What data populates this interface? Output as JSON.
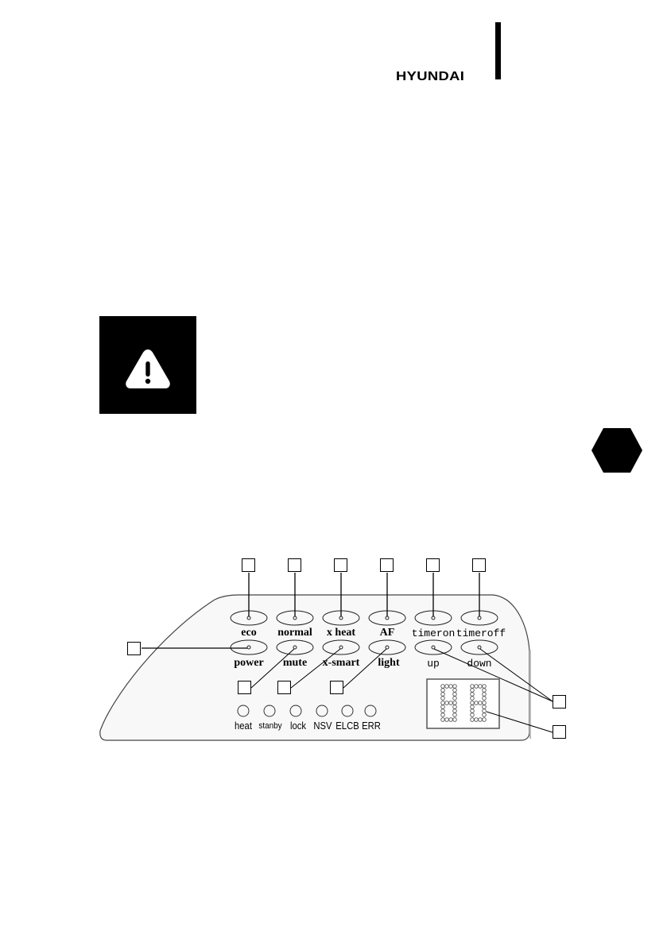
{
  "header": {
    "brand": "HYUNDAI"
  },
  "warning": {
    "icon": "warning-triangle-icon"
  },
  "section_marker": {
    "icon": "hexagon-icon"
  },
  "control_panel": {
    "top_row_buttons": [
      {
        "label": "eco"
      },
      {
        "label": "normal"
      },
      {
        "label": "x heat"
      },
      {
        "label": "AF"
      },
      {
        "label": "timeron"
      },
      {
        "label": "timeroff"
      }
    ],
    "bottom_row_buttons": [
      {
        "label": "power"
      },
      {
        "label": "mute"
      },
      {
        "label": "x-smart"
      },
      {
        "label": "light"
      },
      {
        "label": "up"
      },
      {
        "label": "down"
      }
    ],
    "indicators": [
      {
        "label": "heat"
      },
      {
        "label": "stanby"
      },
      {
        "label": "lock"
      },
      {
        "label": "NSV"
      },
      {
        "label": "ELCB"
      },
      {
        "label": "ERR"
      }
    ],
    "display": {
      "digits": 2,
      "pattern": "88"
    },
    "colors": {
      "panel_bg": "#f7f7f7",
      "outline": "#333333"
    }
  }
}
